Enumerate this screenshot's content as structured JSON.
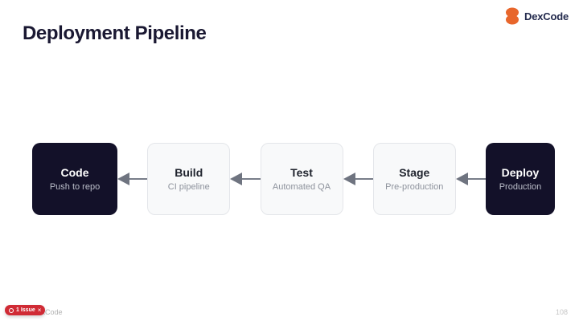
{
  "slide": {
    "title": "Deployment Pipeline"
  },
  "logo": {
    "brand": "DexCode",
    "icon": "dexcode-blob-icon",
    "icon_color": "#e8662b",
    "text_color": "#232a4d"
  },
  "pipeline": {
    "connector_direction": "left",
    "arrow_color": "#6f7480",
    "stages": [
      {
        "name": "Code",
        "subtitle": "Push to repo",
        "variant": "dark"
      },
      {
        "name": "Build",
        "subtitle": "CI pipeline",
        "variant": "light"
      },
      {
        "name": "Test",
        "subtitle": "Automated QA",
        "variant": "light"
      },
      {
        "name": "Stage",
        "subtitle": "Pre-production",
        "variant": "light"
      },
      {
        "name": "Deploy",
        "subtitle": "Production",
        "variant": "dark"
      }
    ]
  },
  "footer": {
    "issue_badge": {
      "label": "1 Issue",
      "close_label": "×",
      "icon": "info-circle-icon",
      "color": "#d02b35"
    },
    "watermark": "DexCode",
    "page_number": "108"
  },
  "colors": {
    "dark_box": "#131129",
    "light_box_bg": "#f8f9fa",
    "light_box_border": "#e4e6ea",
    "title": "#1a1832"
  }
}
